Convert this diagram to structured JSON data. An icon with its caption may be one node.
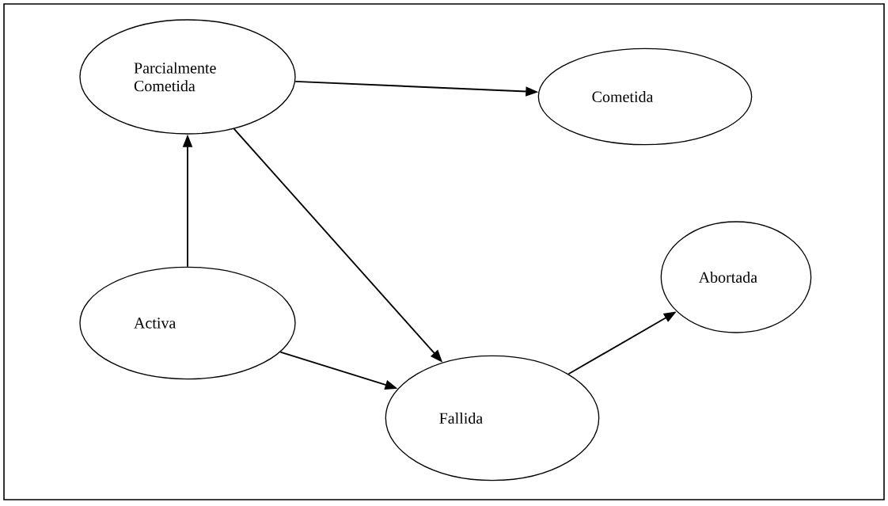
{
  "diagram": {
    "nodes": [
      {
        "text": [
          "Parcialmente Cometida"
        ]
      },
      {
        "text": [
          "Cometida"
        ]
      },
      {
        "text": [
          "Activa"
        ]
      },
      {
        "text": [
          "Abortada"
        ]
      },
      {
        "text": [
          "Fallida"
        ]
      }
    ],
    "edges": [
      {
        "from": 2,
        "to": 0,
        "arrow": "to"
      },
      {
        "from": 0,
        "to": 1,
        "arrow": "to"
      },
      {
        "from": 0,
        "to": 4,
        "arrow": "to"
      },
      {
        "from": 2,
        "to": 4,
        "arrow": "to"
      },
      {
        "from": 4,
        "to": 3,
        "arrow": "to"
      }
    ]
  }
}
